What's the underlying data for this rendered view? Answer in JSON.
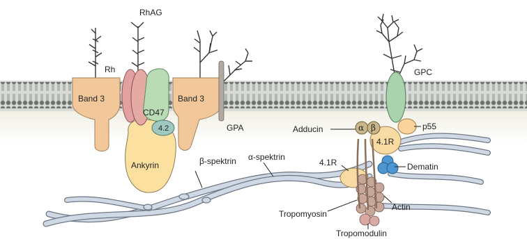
{
  "diagram": {
    "labels": {
      "rhag": "RhAG",
      "rh": "Rh",
      "band3_left": "Band 3",
      "band3_right": "Band 3",
      "cd47": "CD47",
      "protein42": "4.2",
      "ankyrin": "Ankyrin",
      "gpa": "GPA",
      "gpc": "GPC",
      "p55": "p55",
      "adducin": "Adducin",
      "alpha": "α",
      "beta": "β",
      "r41_right": "4.1R",
      "r41_left": "4.1R",
      "dematin": "Dematin",
      "beta_spektrin": "β-spektrin",
      "alpha_spektrin": "α-spektrin",
      "actin": "Actin",
      "tropomyosin": "Tropomyosin",
      "tropomodulin": "Tropomodulin"
    },
    "colors": {
      "membrane_fill": "#c9ccc9",
      "lipid_head": "#6f746f",
      "band3": "#f2c89a",
      "rh": "#e2a0a0",
      "cd47": "#b9dcb6",
      "protein42": "#9fc9c0",
      "ankyrin": "#fbe0a0",
      "gpa": "#b2a99f",
      "gpc": "#a9d3ae",
      "p55": "#fbd39c",
      "r41": "#f8dba3",
      "dematin": "#4c97d2",
      "spectrin": "#cfd9e6",
      "actin": "#c6a79a",
      "tropomodulin": "#d9a9a3"
    }
  }
}
